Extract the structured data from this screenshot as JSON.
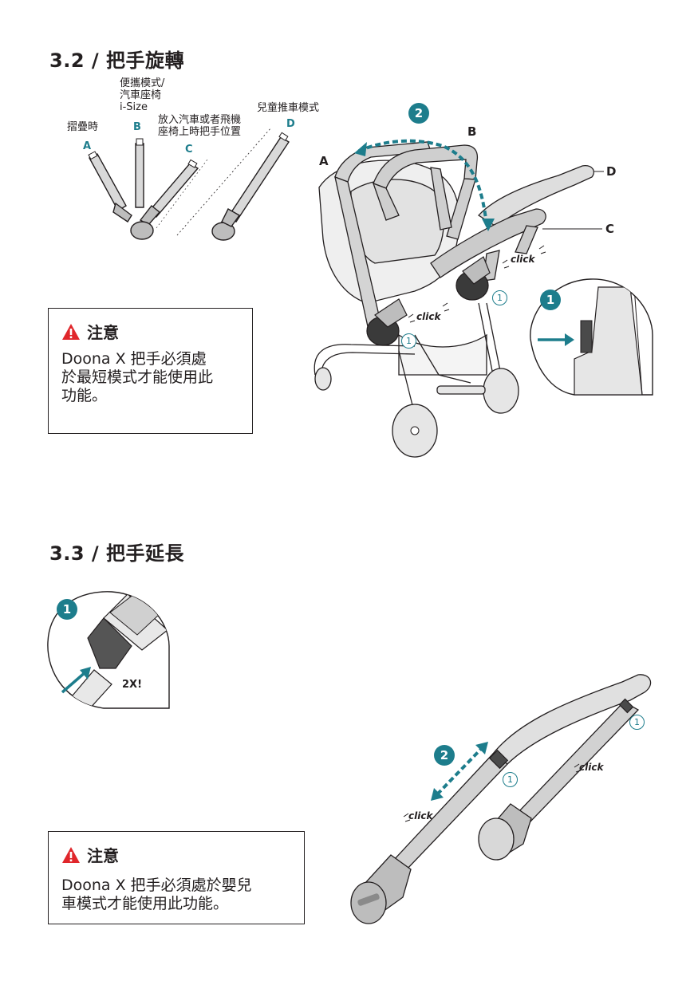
{
  "section_32": {
    "title": "3.2 / 把手旋轉",
    "positions": {
      "folded_label": "摺疊時",
      "folded_letter": "A",
      "carry_label": "便攜模式/\n汽車座椅\ni-Size",
      "carry_letter": "B",
      "car_label": "放入汽車或者飛機\n座椅上時把手位置",
      "car_letter": "C",
      "stroller_label": "兒童推車模式",
      "stroller_letter": "D"
    },
    "diagram": {
      "step2": "2",
      "letter_a": "A",
      "letter_b": "B",
      "letter_c": "C",
      "letter_d": "D",
      "click1": "click",
      "click2": "click",
      "step1a": "1",
      "step1b": "1",
      "zoom_step": "1"
    },
    "notice": {
      "title": "注意",
      "body": "Doona X 把手必須處\n於最短模式才能使用此\n功能。"
    }
  },
  "section_33": {
    "title": "3.3 / 把手延長",
    "zoom": {
      "step": "1",
      "count": "2X!"
    },
    "diagram": {
      "step2": "2",
      "step1a": "1",
      "step1b": "1",
      "click1": "click",
      "click2": "click"
    },
    "notice": {
      "title": "注意",
      "body": "Doona X 把手必須處於嬰兒\n車模式才能使用此功能。"
    }
  },
  "colors": {
    "accent": "#1d7d8c",
    "warning": "#e0262b",
    "text": "#231f20"
  }
}
